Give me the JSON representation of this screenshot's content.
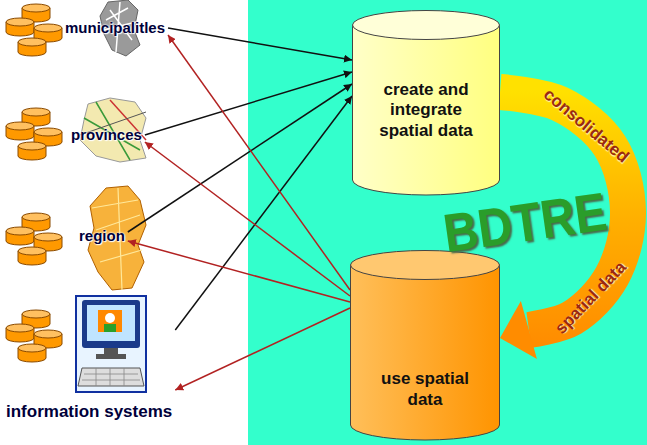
{
  "diagram": {
    "nodes": [
      {
        "text": [
          "municipalitles"
        ]
      },
      {
        "text": [
          "provinces"
        ]
      },
      {
        "text": [
          "region"
        ]
      },
      {
        "text": [
          "information systems"
        ]
      },
      {
        "text": [
          "BDTRE"
        ]
      },
      {
        "text": [
          "create and integrate spatial data"
        ],
        "in": 4
      },
      {
        "text": [
          "use spatial data"
        ],
        "in": 4
      }
    ],
    "edges": [
      {
        "from": 0,
        "to": 5,
        "arrow": "to"
      },
      {
        "from": 1,
        "to": 5,
        "arrow": "to"
      },
      {
        "from": 2,
        "to": 5,
        "arrow": "to"
      },
      {
        "from": 3,
        "to": 5,
        "arrow": "to"
      },
      {
        "from": 6,
        "to": 0,
        "arrow": "to"
      },
      {
        "from": 6,
        "to": 1,
        "arrow": "to"
      },
      {
        "from": 6,
        "to": 2,
        "arrow": "to"
      },
      {
        "from": 6,
        "to": 3,
        "arrow": "to"
      },
      {
        "from": 5,
        "to": 6,
        "arrow": "to"
      }
    ],
    "labels": [
      "consolidated",
      "spatial data"
    ]
  }
}
